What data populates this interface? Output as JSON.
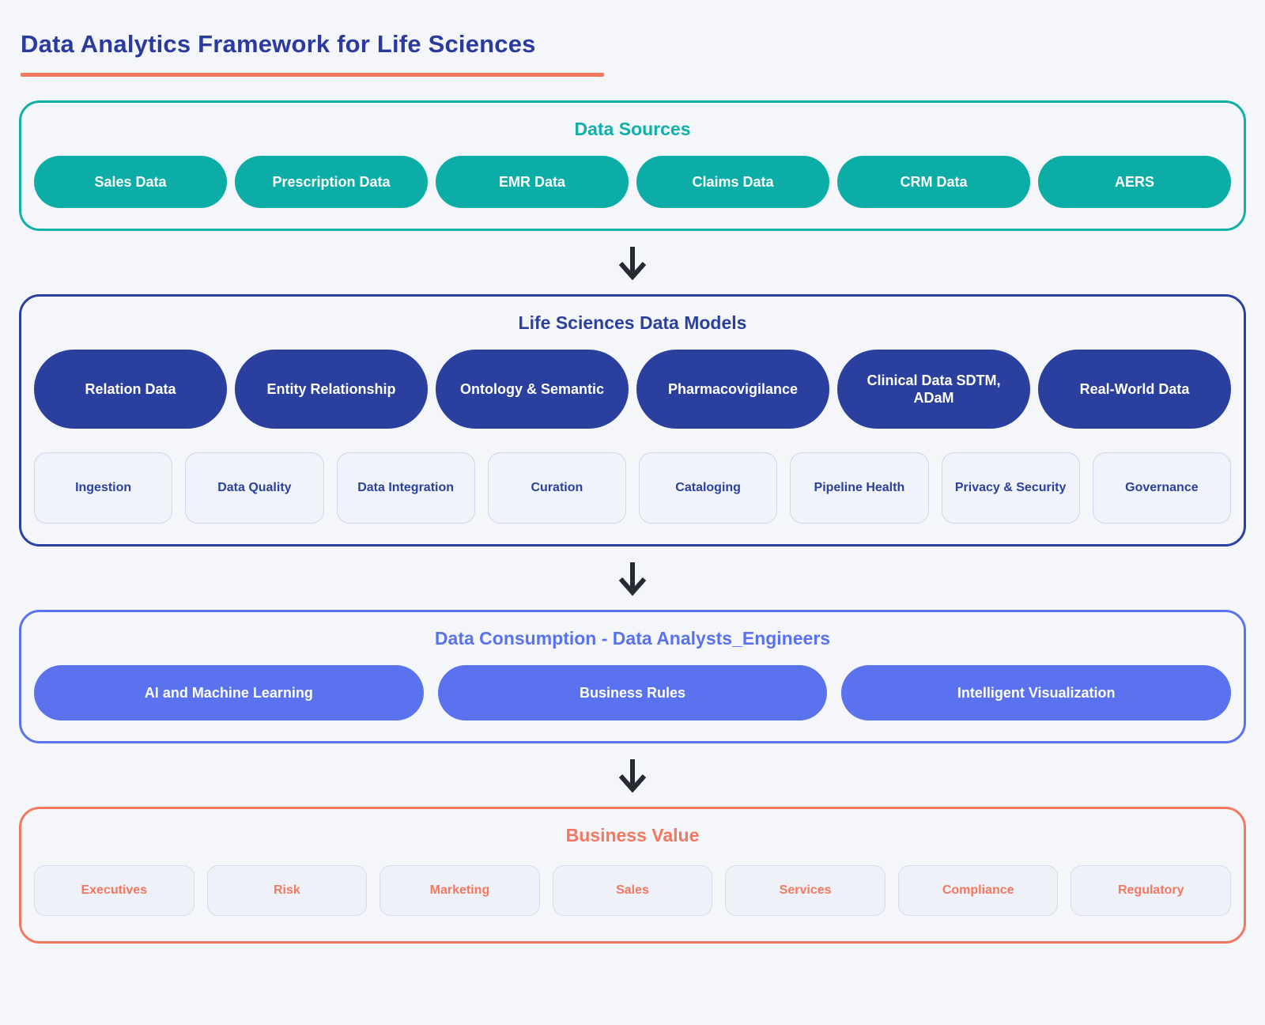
{
  "header": {
    "title": "Data Analytics Framework for Life Sciences"
  },
  "colors": {
    "background": "#f5f6fa",
    "teal": "#0bada6",
    "dark_blue": "#2b3f9e",
    "periwinkle": "#5a72ee",
    "coral": "#f4775f",
    "arrow": "#262b33",
    "title_underline": "#f4775f"
  },
  "data_sources": {
    "title": "Data Sources",
    "pills": [
      "Sales Data",
      "Prescription Data",
      "EMR Data",
      "Claims Data",
      "CRM Data",
      "AERS"
    ]
  },
  "data_models": {
    "title": "Life Sciences Data Models",
    "model_pills": [
      "Relation Data",
      "Entity Relationship",
      "Ontology & Semantic",
      "Pharmacovigilance",
      "Clinical Data SDTM, ADaM",
      "Real-World Data"
    ],
    "capability_cards": [
      "Ingestion",
      "Data Quality",
      "Data Integration",
      "Curation",
      "Cataloging",
      "Pipeline Health",
      "Privacy & Security",
      "Governance"
    ]
  },
  "data_consumption": {
    "title": "Data Consumption - Data Analysts_Engineers",
    "pills": [
      "AI and Machine Learning",
      "Business Rules",
      "Intelligent Visualization"
    ]
  },
  "business_value": {
    "title": "Business Value",
    "cards": [
      "Executives",
      "Risk",
      "Marketing",
      "Sales",
      "Services",
      "Compliance",
      "Regulatory"
    ]
  }
}
